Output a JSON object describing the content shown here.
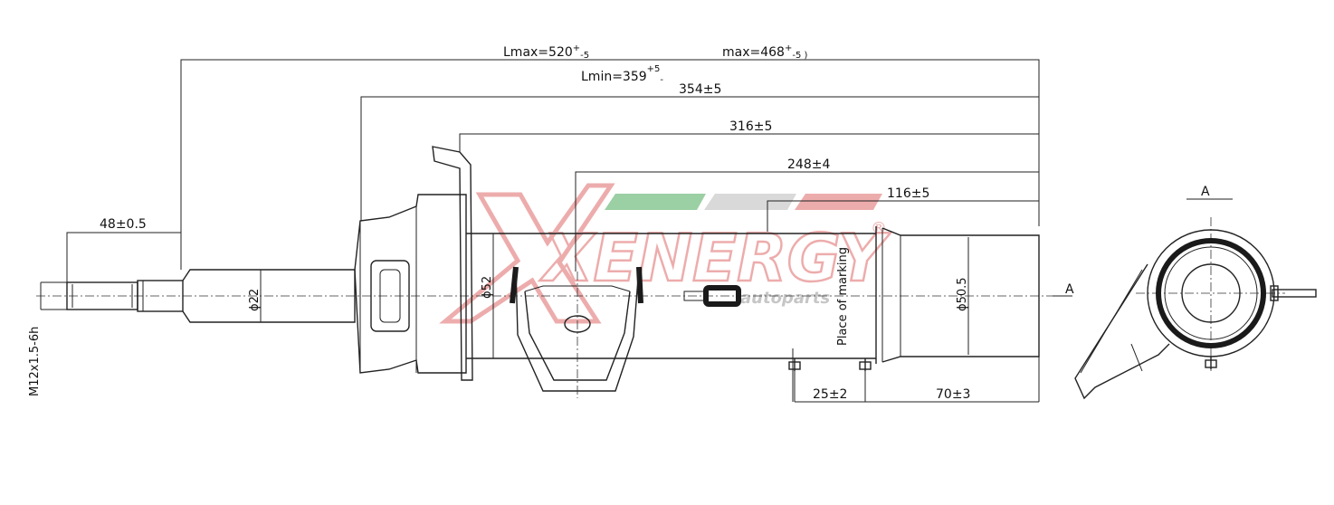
{
  "dimensions": {
    "lmax": {
      "base": "Lmax=520",
      "tol_top": "+",
      "tol_bottom": "-5"
    },
    "max": {
      "base": "max=468",
      "tol_top": "+",
      "tol_bottom": "-5 )"
    },
    "lmin": {
      "base": "Lmin=359",
      "tol_top": "+5",
      "tol_bottom": "-"
    },
    "d354": "354±5",
    "d316": "316±5",
    "d248": "248±4",
    "d116": "116±5",
    "d48": "48±0.5",
    "d25": "25±2",
    "d70": "70±3",
    "thread": "M12x1.5-6h",
    "dia22": "ϕ22",
    "dia52": "ϕ52",
    "dia505": "ϕ50.5"
  },
  "labels": {
    "place_of_marking": "Place of marking",
    "section_a_right": "A",
    "section_a_top": "A"
  },
  "watermark": {
    "brand": "XENERGY",
    "sub": "autoparts",
    "reg": "®",
    "color_red": "#e06a6a",
    "color_green": "#4aa85a"
  }
}
